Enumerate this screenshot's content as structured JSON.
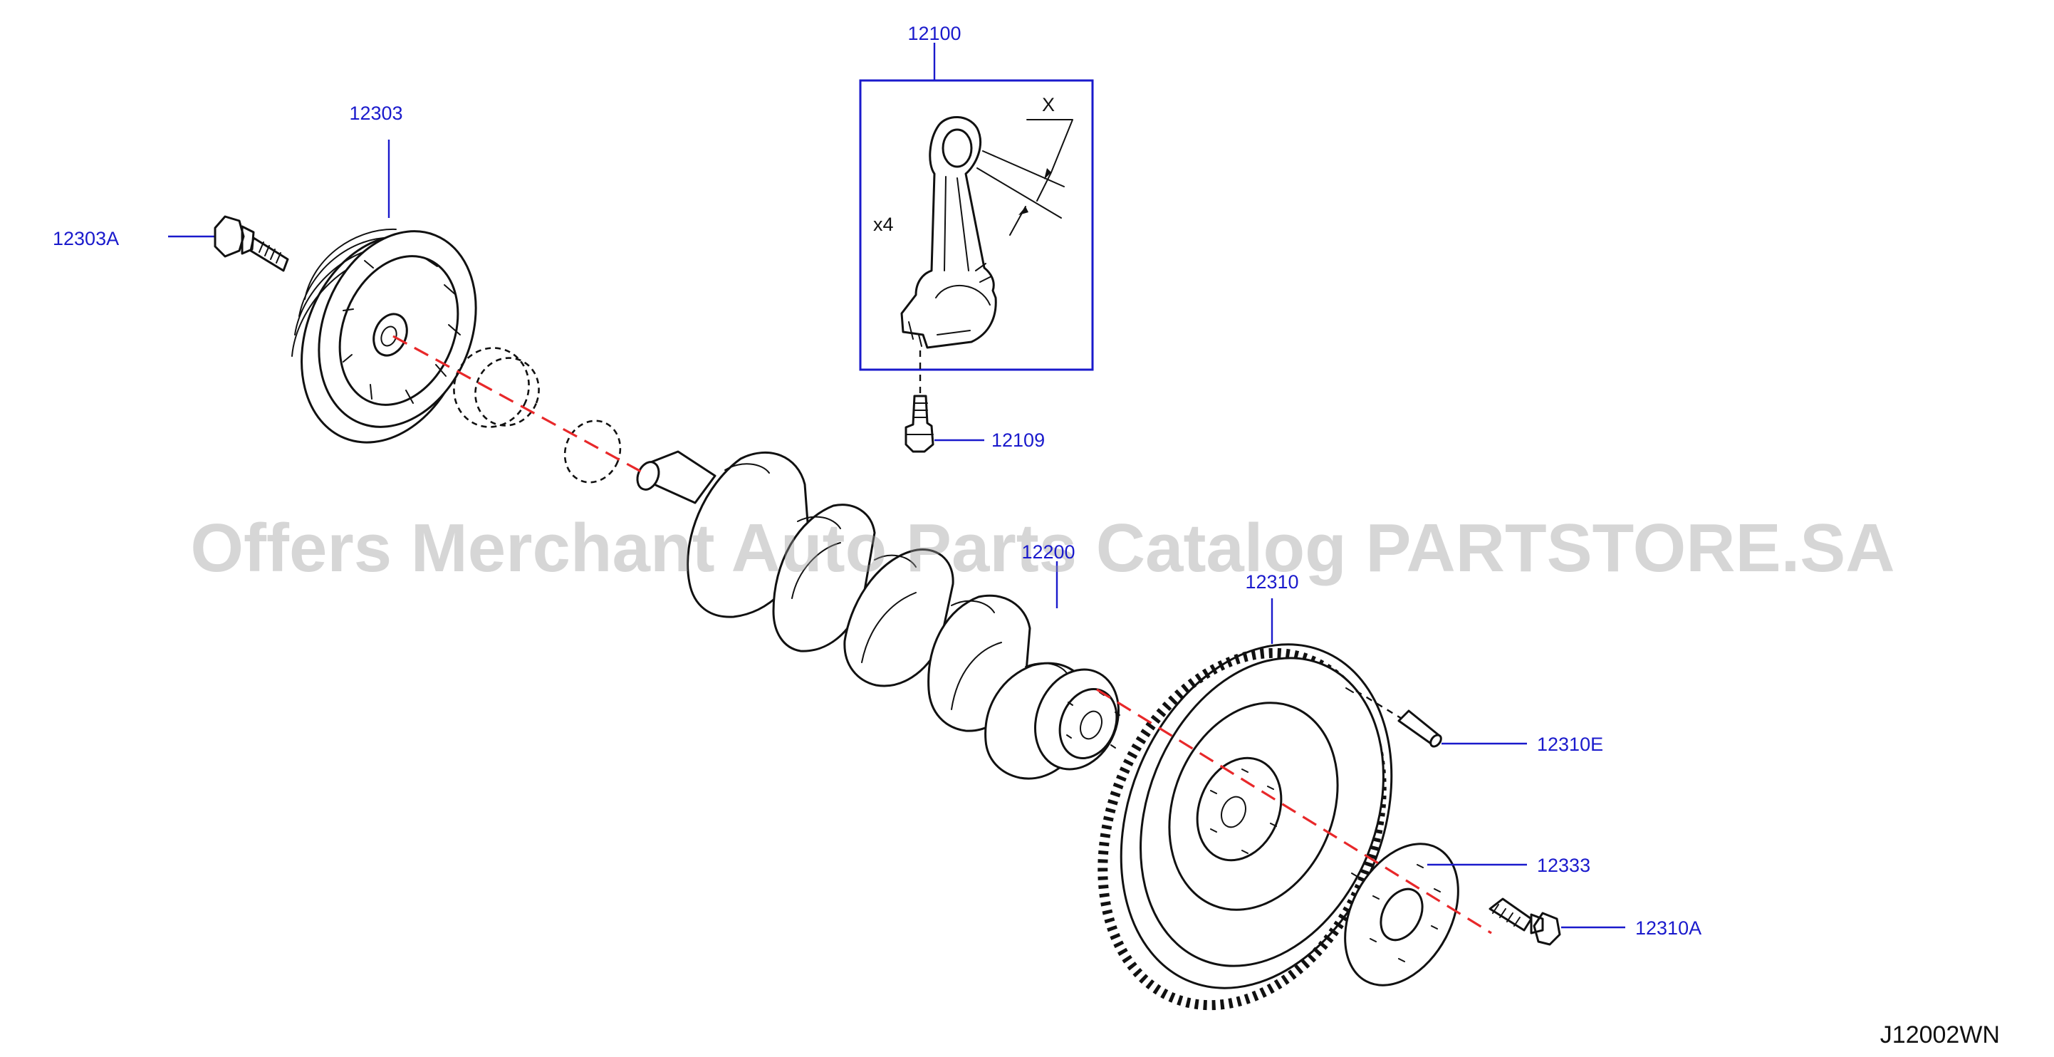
{
  "watermark": "Offers Merchant Auto Parts Catalog PARTSTORE.SA",
  "diagram_code": "J12002WN",
  "box_note_quantity": "x4",
  "box_note_dimension": "X",
  "part_numbers": {
    "connecting_rod": "12100",
    "rod_bolt": "12109",
    "pulley": "12303",
    "pulley_bolt": "12303A",
    "crankshaft": "12200",
    "flywheel": "12310",
    "flywheel_dowel": "12310E",
    "reinforcement_plate": "12333",
    "flywheel_bolt": "12310A"
  }
}
